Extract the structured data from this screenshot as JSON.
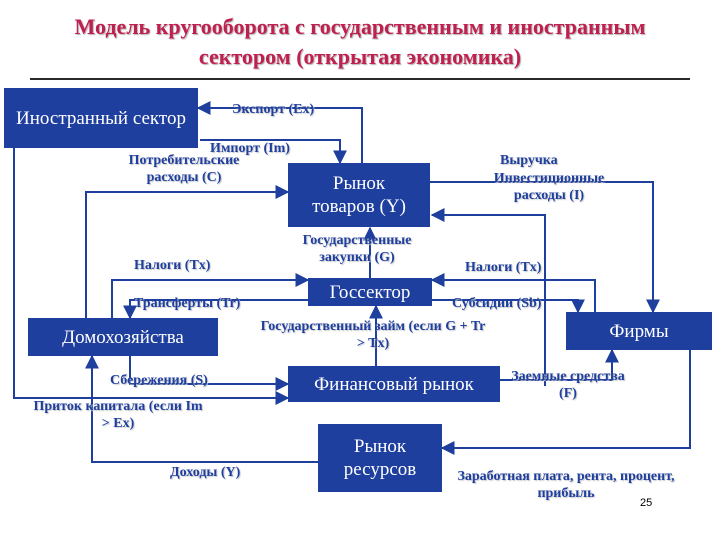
{
  "title": "Модель кругооборота с государственным и иностранным сектором (открытая экономика)",
  "colors": {
    "title": "#C02050",
    "box": "#1F3F9F",
    "label": "#1F3F9F",
    "arrow": "#1F3F9F"
  },
  "nodes": {
    "foreign": "Иностранный сектор",
    "goods_market": "Рынок товаров (Y)",
    "government": "Госсектор",
    "households": "Домохозяйства",
    "firms": "Фирмы",
    "financial_market": "Финансовый рынок",
    "resource_market": "Рынок ресурсов"
  },
  "flows": {
    "export": "Экспорт (Ex)",
    "import": "Импорт (Im)",
    "consumption": "Потребительские расходы (C)",
    "revenue": "Выручка",
    "investment": "Инвестиционные расходы (I)",
    "gov_purchases": "Государственные закупки (G)",
    "taxes_households": "Налоги (Tx)",
    "taxes_firms": "Налоги (Tx)",
    "transfers": "Трансферты (Tr)",
    "subsidies": "Субсидии (Sb)",
    "gov_loan": "Государственный займ (если G + Tr > Tx)",
    "savings": "Сбережения (S)",
    "capital_inflow": "Приток капитала (если Im > Ex)",
    "borrowed_funds": "Заемные средства (F)",
    "income": "Доходы (Y)",
    "factor_payments": "Заработная плата, рента, процент, прибыль"
  },
  "page_number": "25"
}
